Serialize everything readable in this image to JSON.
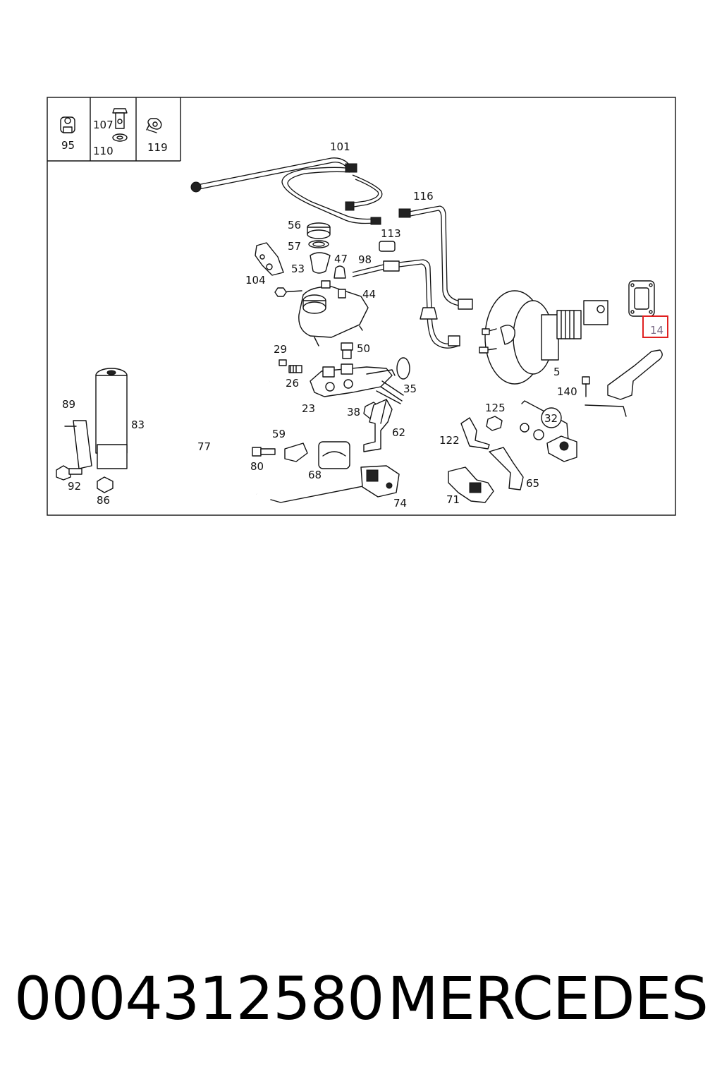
{
  "diagram": {
    "inset_labels": [
      "95",
      "107",
      "110",
      "119"
    ],
    "labels": {
      "l101": "101",
      "l116": "116",
      "l113": "113",
      "l56": "56",
      "l57": "57",
      "l53": "53",
      "l47": "47",
      "l98": "98",
      "l104": "104",
      "l44": "44",
      "l29": "29",
      "l50": "50",
      "l26": "26",
      "l35": "35",
      "l23": "23",
      "l38": "38",
      "l62": "62",
      "l5": "5",
      "l140": "140",
      "l125": "125",
      "l32": "32",
      "l122": "122",
      "l89": "89",
      "l83": "83",
      "l77": "77",
      "l59": "59",
      "l80": "80",
      "l68": "68",
      "l74": "74",
      "l65": "65",
      "l71": "71",
      "l92": "92",
      "l86": "86"
    },
    "highlight_label": "14",
    "highlight_color": "#e02020"
  },
  "footer": {
    "part_number": "0004312580",
    "brand": "MERCEDES"
  }
}
